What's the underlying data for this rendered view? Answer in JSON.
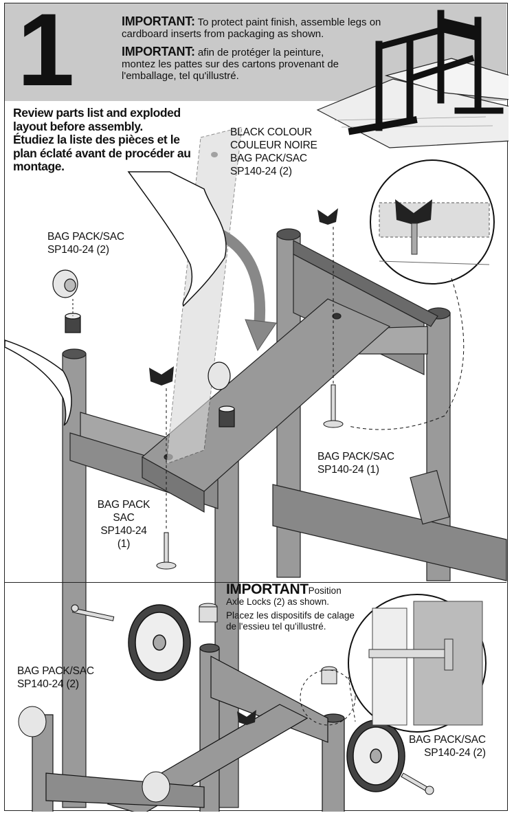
{
  "step": {
    "number": "1"
  },
  "header": {
    "important_en_label": "IMPORTANT:",
    "important_en_text": "To protect paint finish, assemble legs on cardboard inserts from packaging as shown.",
    "important_fr_label": "IMPORTANT:",
    "important_fr_text": "afin de protéger la peinture, montez les pattes sur des cartons provenant de l'emballage, tel qu'illustré."
  },
  "review": {
    "en": "Review parts list and exploded layout before assembly.",
    "fr": "Étudiez la liste des pièces et le plan éclaté avant de procéder au montage."
  },
  "callouts": {
    "black_colour_line1": "BLACK COLOUR",
    "black_colour_line2": "COULEUR NOIRE",
    "black_colour_line3": "BAG PACK/SAC",
    "black_colour_line4": "SP140-24 (2)",
    "caster_left_line1": "BAG PACK/SAC",
    "caster_left_line2": "SP140-24 (2)",
    "bolt_right_line1": "BAG PACK/SAC",
    "bolt_right_line2": "SP140-24 (1)",
    "bolt_left_line1": "BAG PACK",
    "bolt_left_line2": "SAC",
    "bolt_left_line3": "SP140-24",
    "bolt_left_line4": "(1)",
    "wheel_left_line1": "BAG PACK/SAC",
    "wheel_left_line2": "SP140-24 (2)",
    "wheel_right_line1": "BAG PACK/SAC",
    "wheel_right_line2": "SP140-24 (2)"
  },
  "bottom": {
    "important_label": "IMPORTANT",
    "important_en": "Position Axle Locks (2) as shown.",
    "important_fr": "Placez les dispositifs de calage de l'essieu tel qu'illustré."
  },
  "colors": {
    "header_band": "#c9c9c9",
    "frame_metal": "#8f8f8f",
    "frame_dark": "#5e5e5e",
    "ink": "#111111"
  }
}
